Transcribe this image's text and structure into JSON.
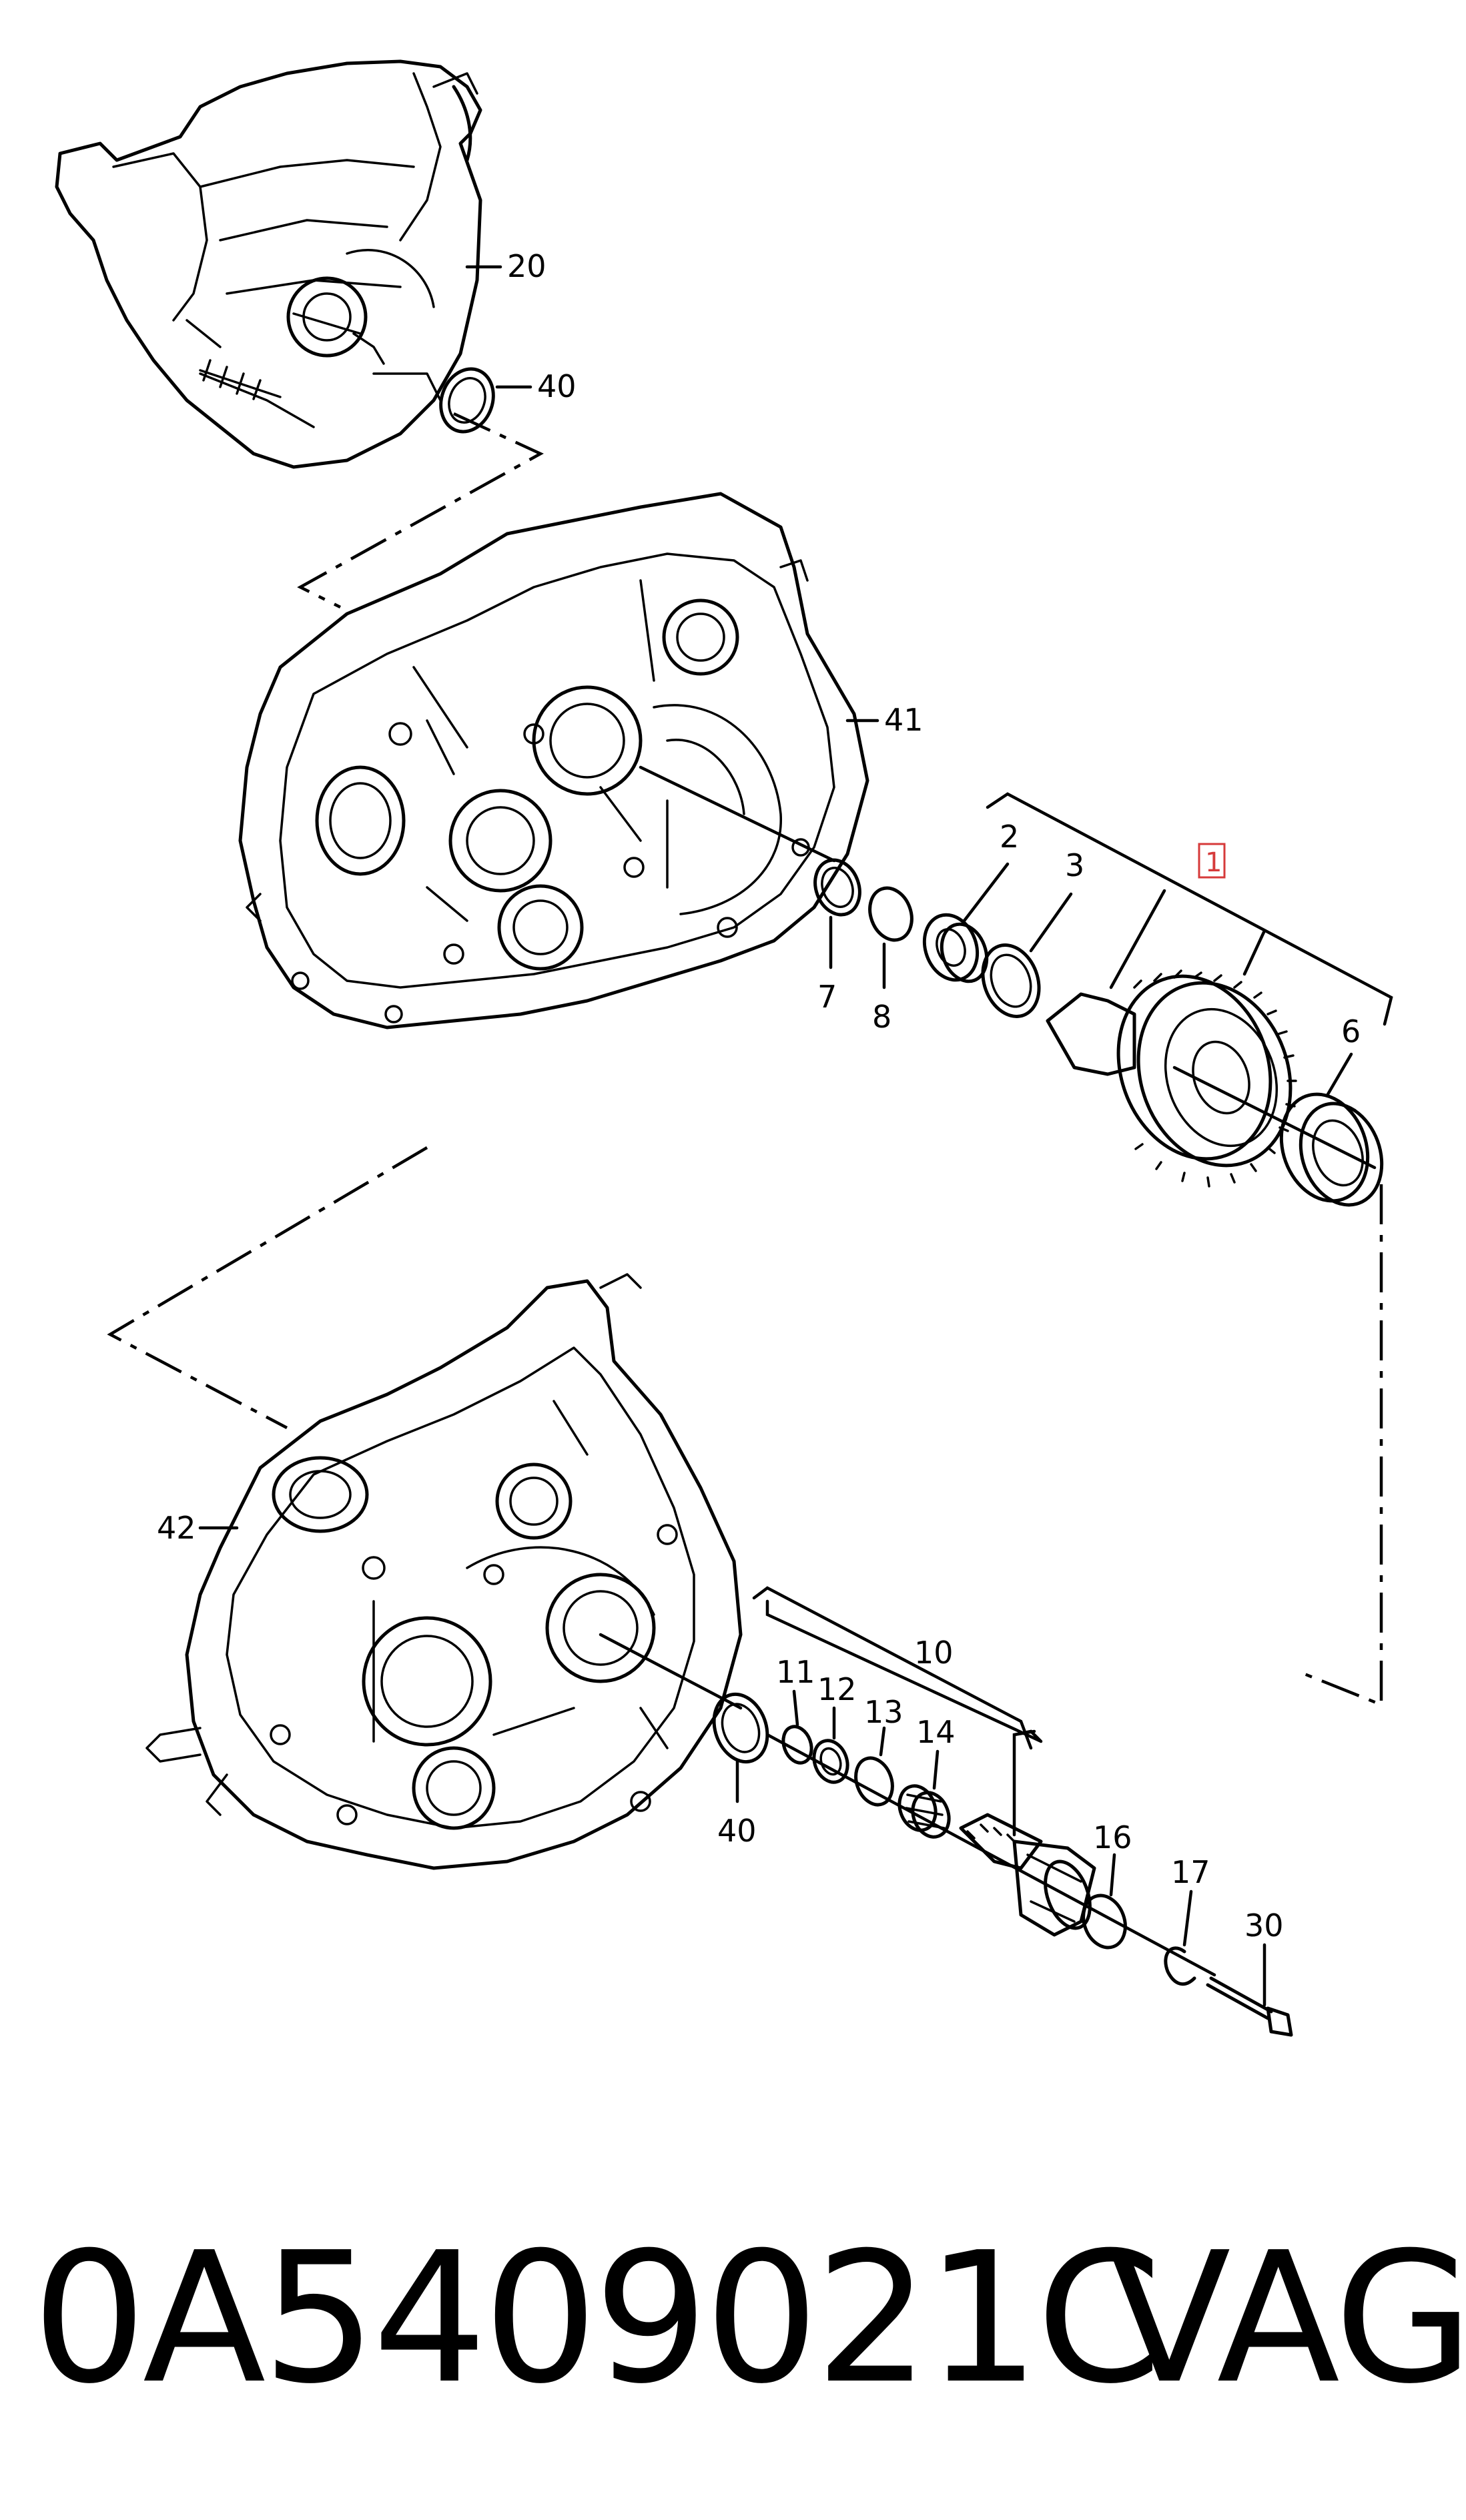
{
  "callouts": {
    "c20": "20",
    "c40_top": "40",
    "c41": "41",
    "c2": "2",
    "c3": "3",
    "c1": "1",
    "c6": "6",
    "c7": "7",
    "c8": "8",
    "c42": "42",
    "c10": "10",
    "c11": "11",
    "c12": "12",
    "c13": "13",
    "c14": "14",
    "c40_bottom": "40",
    "c16": "16",
    "c17": "17",
    "c30": "30"
  },
  "highlight": {
    "color": "#d63a3a"
  },
  "footer": {
    "part_number": "0A5409021C",
    "brand": "VAG"
  }
}
